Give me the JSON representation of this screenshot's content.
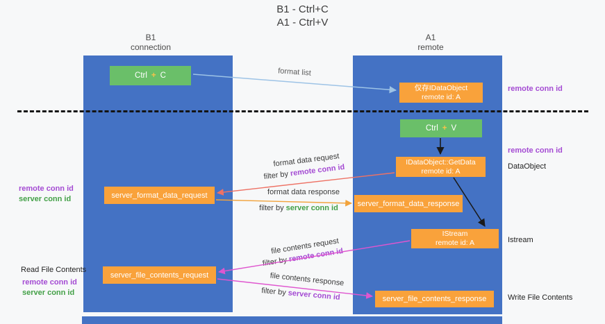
{
  "title": {
    "line1": "B1 - Ctrl+C",
    "line2": "A1 - Ctrl+V"
  },
  "lanes": {
    "left": {
      "name": "B1",
      "role": "connection"
    },
    "right": {
      "name": "A1",
      "role": "remote"
    }
  },
  "keys": {
    "ctrl": "Ctrl",
    "plus": "+",
    "copy": "C",
    "paste": "V"
  },
  "boxes": {
    "proxy_dataobject": {
      "line1": "仅存IDataObject",
      "line2": "remote id: A"
    },
    "getdata": {
      "line1": "IDataObject::GetData",
      "line2": "remote id: A"
    },
    "istream": {
      "line1": "IStream",
      "line2": "remote id: A"
    },
    "format_request": "server_format_data_request",
    "format_response": "server_format_data_response",
    "file_request": "server_file_contents_request",
    "file_response": "server_file_contents_response"
  },
  "arrows": {
    "format_list": "format list",
    "format_data_request": "format data request",
    "format_data_response": "format data response",
    "file_contents_request": "file contents request",
    "file_contents_response": "file contents response",
    "filter_by": "filter by"
  },
  "conn": {
    "remote": "remote conn id",
    "server": "server conn id"
  },
  "notes": {
    "dataobject": "DataObject",
    "istream": "Istream",
    "read_file": "Read File Contents",
    "write_file": "Write File Contents"
  },
  "colors": {
    "lane": "#4472c4",
    "orange": "#f9a23b",
    "green": "#6abf69",
    "remote_purple": "#a44bd3",
    "server_green": "#43a047",
    "arrow_blue": "#9dc3e6",
    "arrow_red": "#ee7265",
    "arrow_orange": "#f2a33c",
    "arrow_magenta": "#df56cf",
    "arrow_black": "#1a1a1a"
  }
}
